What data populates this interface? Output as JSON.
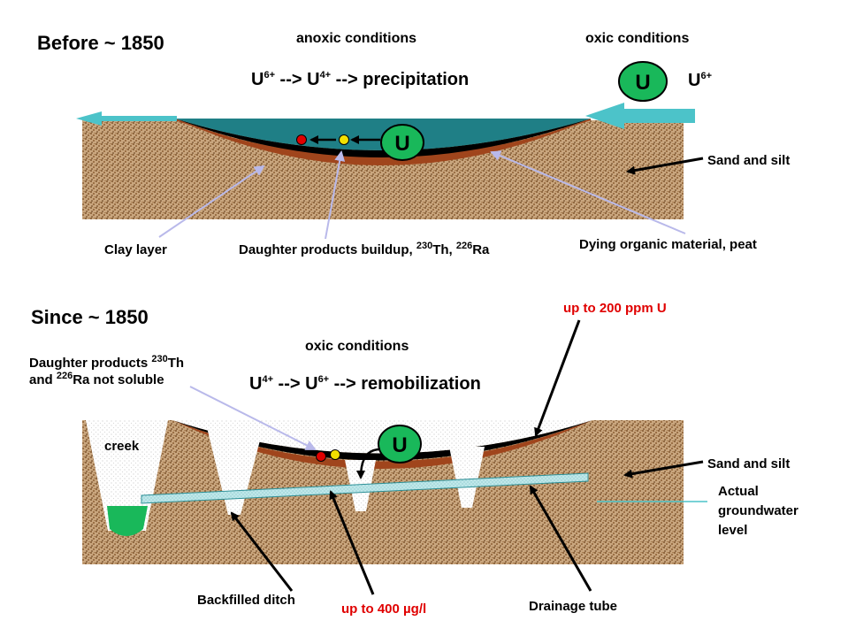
{
  "top": {
    "title": "Before ~ 1850",
    "anoxic_label": "anoxic conditions",
    "oxic_label": "oxic conditions",
    "eq_u6": "U",
    "eq_s1": "6+",
    "eq_arrow1": " --> U",
    "eq_s2": "4+",
    "eq_tail": " --> precipitation",
    "u_right_text": "U",
    "u_right_sup": "6+",
    "u_symbol": "U",
    "sand_label": "Sand and silt",
    "clay_label": "Clay layer",
    "daughter_prefix": "Daughter products buildup, ",
    "daughter_th_mass": "230",
    "daughter_th": "Th, ",
    "daughter_ra_mass": "226",
    "daughter_ra": "Ra",
    "peat_label": "Dying organic material, peat"
  },
  "bottom": {
    "title": "Since ~ 1850",
    "oxic_label": "oxic conditions",
    "eq_u4": "U",
    "eq_s1": "4+",
    "eq_arrow1": " --> U",
    "eq_s2": "6+",
    "eq_tail": " --> remobilization",
    "ppm_label": "up to 200 ppm U",
    "daughter_line1_prefix": "Daughter products ",
    "daughter_th_mass": "230",
    "daughter_th": "Th",
    "daughter_line2_prefix": "and ",
    "daughter_ra_mass": "226",
    "daughter_ra": "Ra not soluble",
    "creek_label": "creek",
    "u_symbol": "U",
    "sand_label": "Sand and silt",
    "gw_line1": "Actual",
    "gw_line2": "groundwater",
    "gw_line3": "level",
    "ditch_label": "Backfilled ditch",
    "ugl_label": "up to 400 µg/l",
    "drain_label": "Drainage tube"
  },
  "colors": {
    "water": "#1f7f86",
    "sand": "#8b5a2b",
    "clay": "#a0451c",
    "peat": "#000000",
    "u_circle": "#19b85a",
    "flow_arrow": "#4cc3c9",
    "red_dot": "#e00000",
    "yellow_dot": "#f2e000"
  }
}
